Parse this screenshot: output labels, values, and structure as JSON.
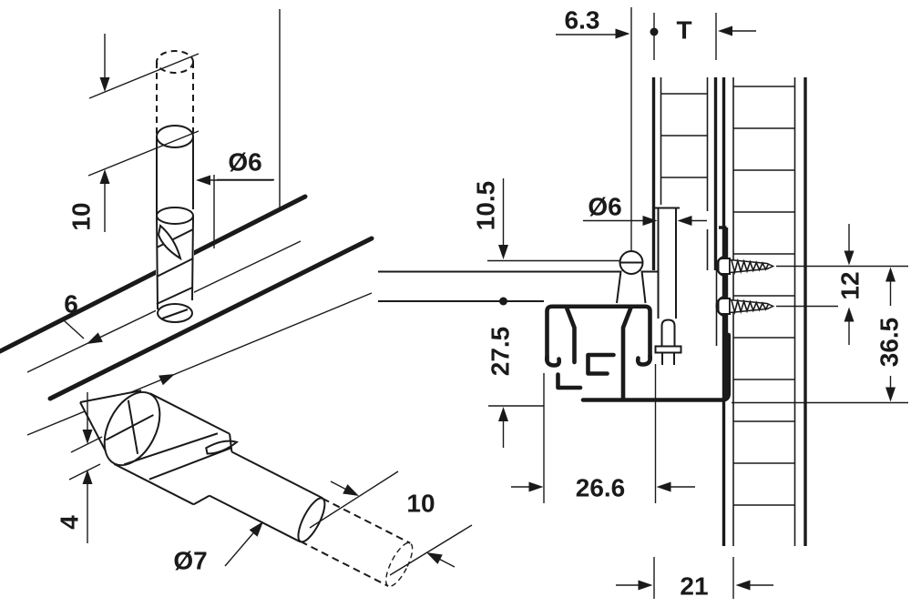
{
  "colors": {
    "ink": "#1a1a1a",
    "background": "#ffffff"
  },
  "left_view": {
    "top_drill": {
      "depth_label": "10",
      "diameter_label": "Ø6"
    },
    "edge_offset_label": "6",
    "edge_drill": {
      "offset_label": "4",
      "diameter_label": "Ø7",
      "depth_label": "10"
    }
  },
  "right_view": {
    "back_offset_label": "6.3",
    "panel_thickness_label": "T",
    "hole_center_height_label": "10.5",
    "hole_diameter_label": "Ø6",
    "profile_height_label": "27.5",
    "profile_depth_label": "26.6",
    "screw_spacing_label": "12",
    "overall_height_label": "36.5",
    "bottom_clearance_label": "21"
  }
}
